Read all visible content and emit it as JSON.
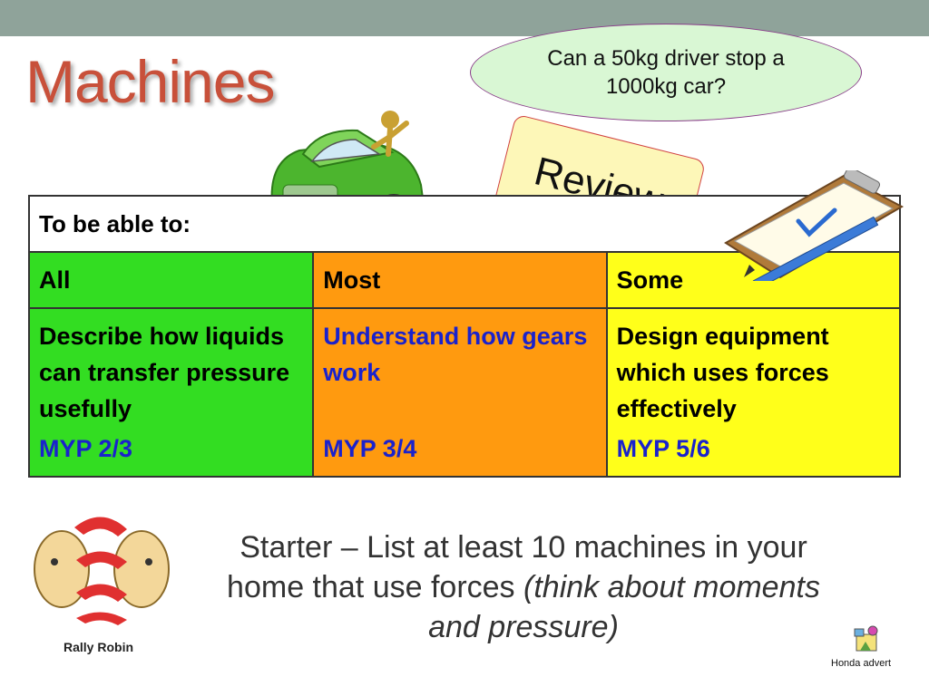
{
  "slide": {
    "title": "Machines",
    "question_bubble": "Can a 50kg driver stop a 1000kg car?",
    "review_label": "Review",
    "table": {
      "header": "To be able to:",
      "levels": [
        "All",
        "Most",
        "Some"
      ],
      "descriptions": [
        "Describe how liquids can transfer pressure usefully",
        "Understand how gears work",
        "Design equipment which uses forces effectively"
      ],
      "myp": [
        "MYP 2/3",
        "MYP 3/4",
        "MYP 5/6"
      ]
    },
    "starter": {
      "text": "Starter – List at least 10 machines in your home that use forces",
      "italic": "(think about moments and pressure)"
    },
    "rally_robin_label": "Rally Robin",
    "honda_label": "Honda advert"
  },
  "colors": {
    "title": "#c8503a",
    "all": "#33dd22",
    "most": "#ff9a0f",
    "some": "#ffff1a",
    "myp_blue": "#1a22cc",
    "bubble_fill": "#d9f7d4",
    "review_fill": "#fdf7b8"
  },
  "icons": [
    "green-car-image",
    "clipboard-pencil-icon",
    "rally-robin-icon",
    "honda-advert-icon"
  ]
}
